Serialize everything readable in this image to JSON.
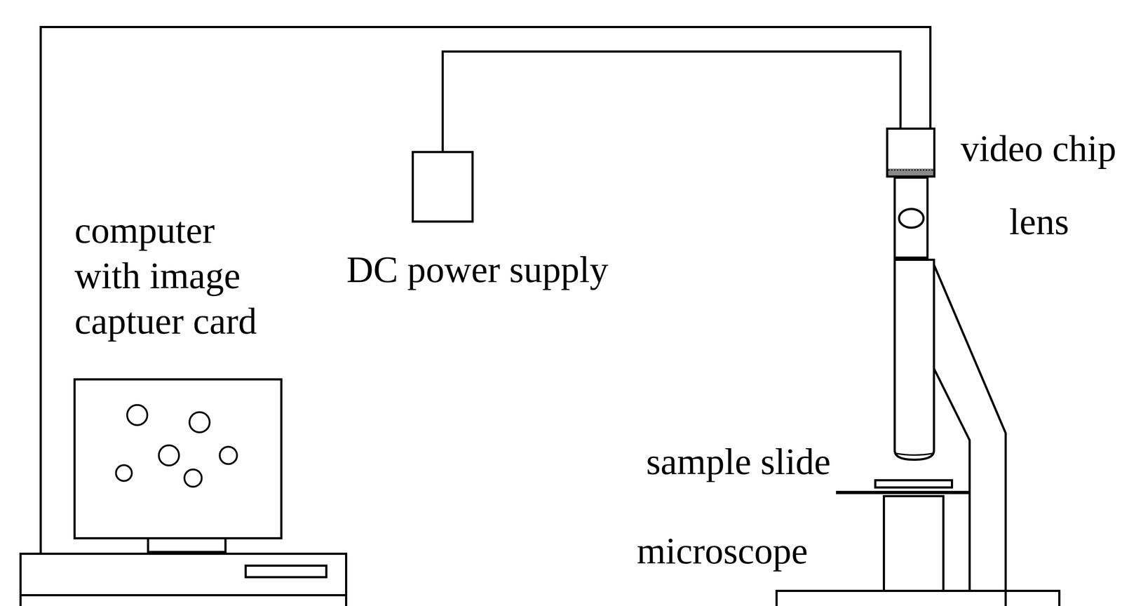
{
  "diagram": {
    "nodes": [
      {
        "text": [
          "computer with image captuer card"
        ]
      },
      {
        "text": [
          "DC power supply"
        ]
      },
      {
        "text": [
          "video chip"
        ]
      }
    ],
    "edges": [
      {
        "from": 0,
        "to": 2,
        "arrow": "none"
      },
      {
        "from": 1,
        "to": 2,
        "arrow": "none"
      }
    ],
    "labels": [
      "lens",
      "sample slide",
      "microscope"
    ]
  }
}
